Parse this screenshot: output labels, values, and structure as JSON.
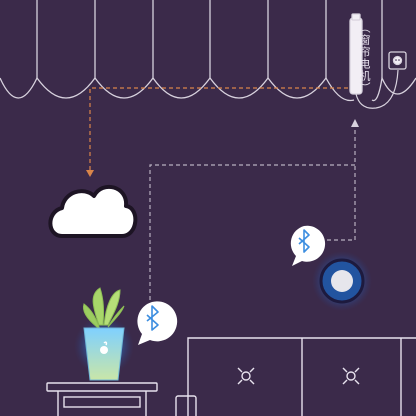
{
  "scene": {
    "motor_label": "（窗帘电机）"
  },
  "colors": {
    "background": "#3b2a4a",
    "line": "#d8d2de",
    "orange_dashed": "#d9854a",
    "grey_dashed": "#b8b0c0",
    "bluetooth": "#3d8ee0",
    "plant_leaf": "#a8d66a"
  },
  "icons": [
    "cloud-icon",
    "bluetooth-icon",
    "bluetooth-icon",
    "power-socket-icon",
    "curtain-motor",
    "potted-plant",
    "round-sensor-button"
  ]
}
